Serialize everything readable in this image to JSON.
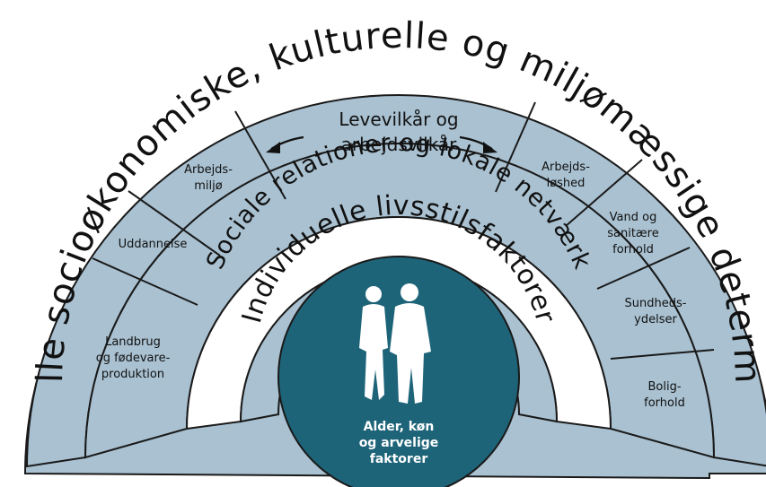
{
  "colors": {
    "band": "#a9c1d1",
    "band_stroke": "#1a1a1a",
    "inner_white": "#ffffff",
    "core": "#1e6479",
    "core_text": "#ffffff",
    "text": "#111111"
  },
  "outer_band": {
    "label": "Generelle socioøkonomiske, kulturelle og miljømæssige determinanter"
  },
  "living_conditions": {
    "header_line1": "Levevilkår og",
    "header_line2": "arbejdsvilkår",
    "left_segments": [
      {
        "lines": [
          "Landbrug",
          "og fødevare-",
          "produktion"
        ]
      },
      {
        "lines": [
          "Uddannelse"
        ]
      },
      {
        "lines": [
          "Arbejds-",
          "miljø"
        ]
      }
    ],
    "right_segments": [
      {
        "lines": [
          "Arbejds-",
          "løshed"
        ]
      },
      {
        "lines": [
          "Vand og",
          "sanitære",
          "forhold"
        ]
      },
      {
        "lines": [
          "Sundheds-",
          "ydelser"
        ]
      },
      {
        "lines": [
          "Bolig-",
          "forhold"
        ]
      }
    ]
  },
  "social_band": {
    "label": "Sociale relationer og lokale netværk"
  },
  "lifestyle_band": {
    "label": "Individuelle livsstilsfaktorer"
  },
  "core": {
    "line1": "Alder, køn",
    "line2": "og arvelige",
    "line3": "faktorer",
    "icon": "two-people-icon"
  }
}
